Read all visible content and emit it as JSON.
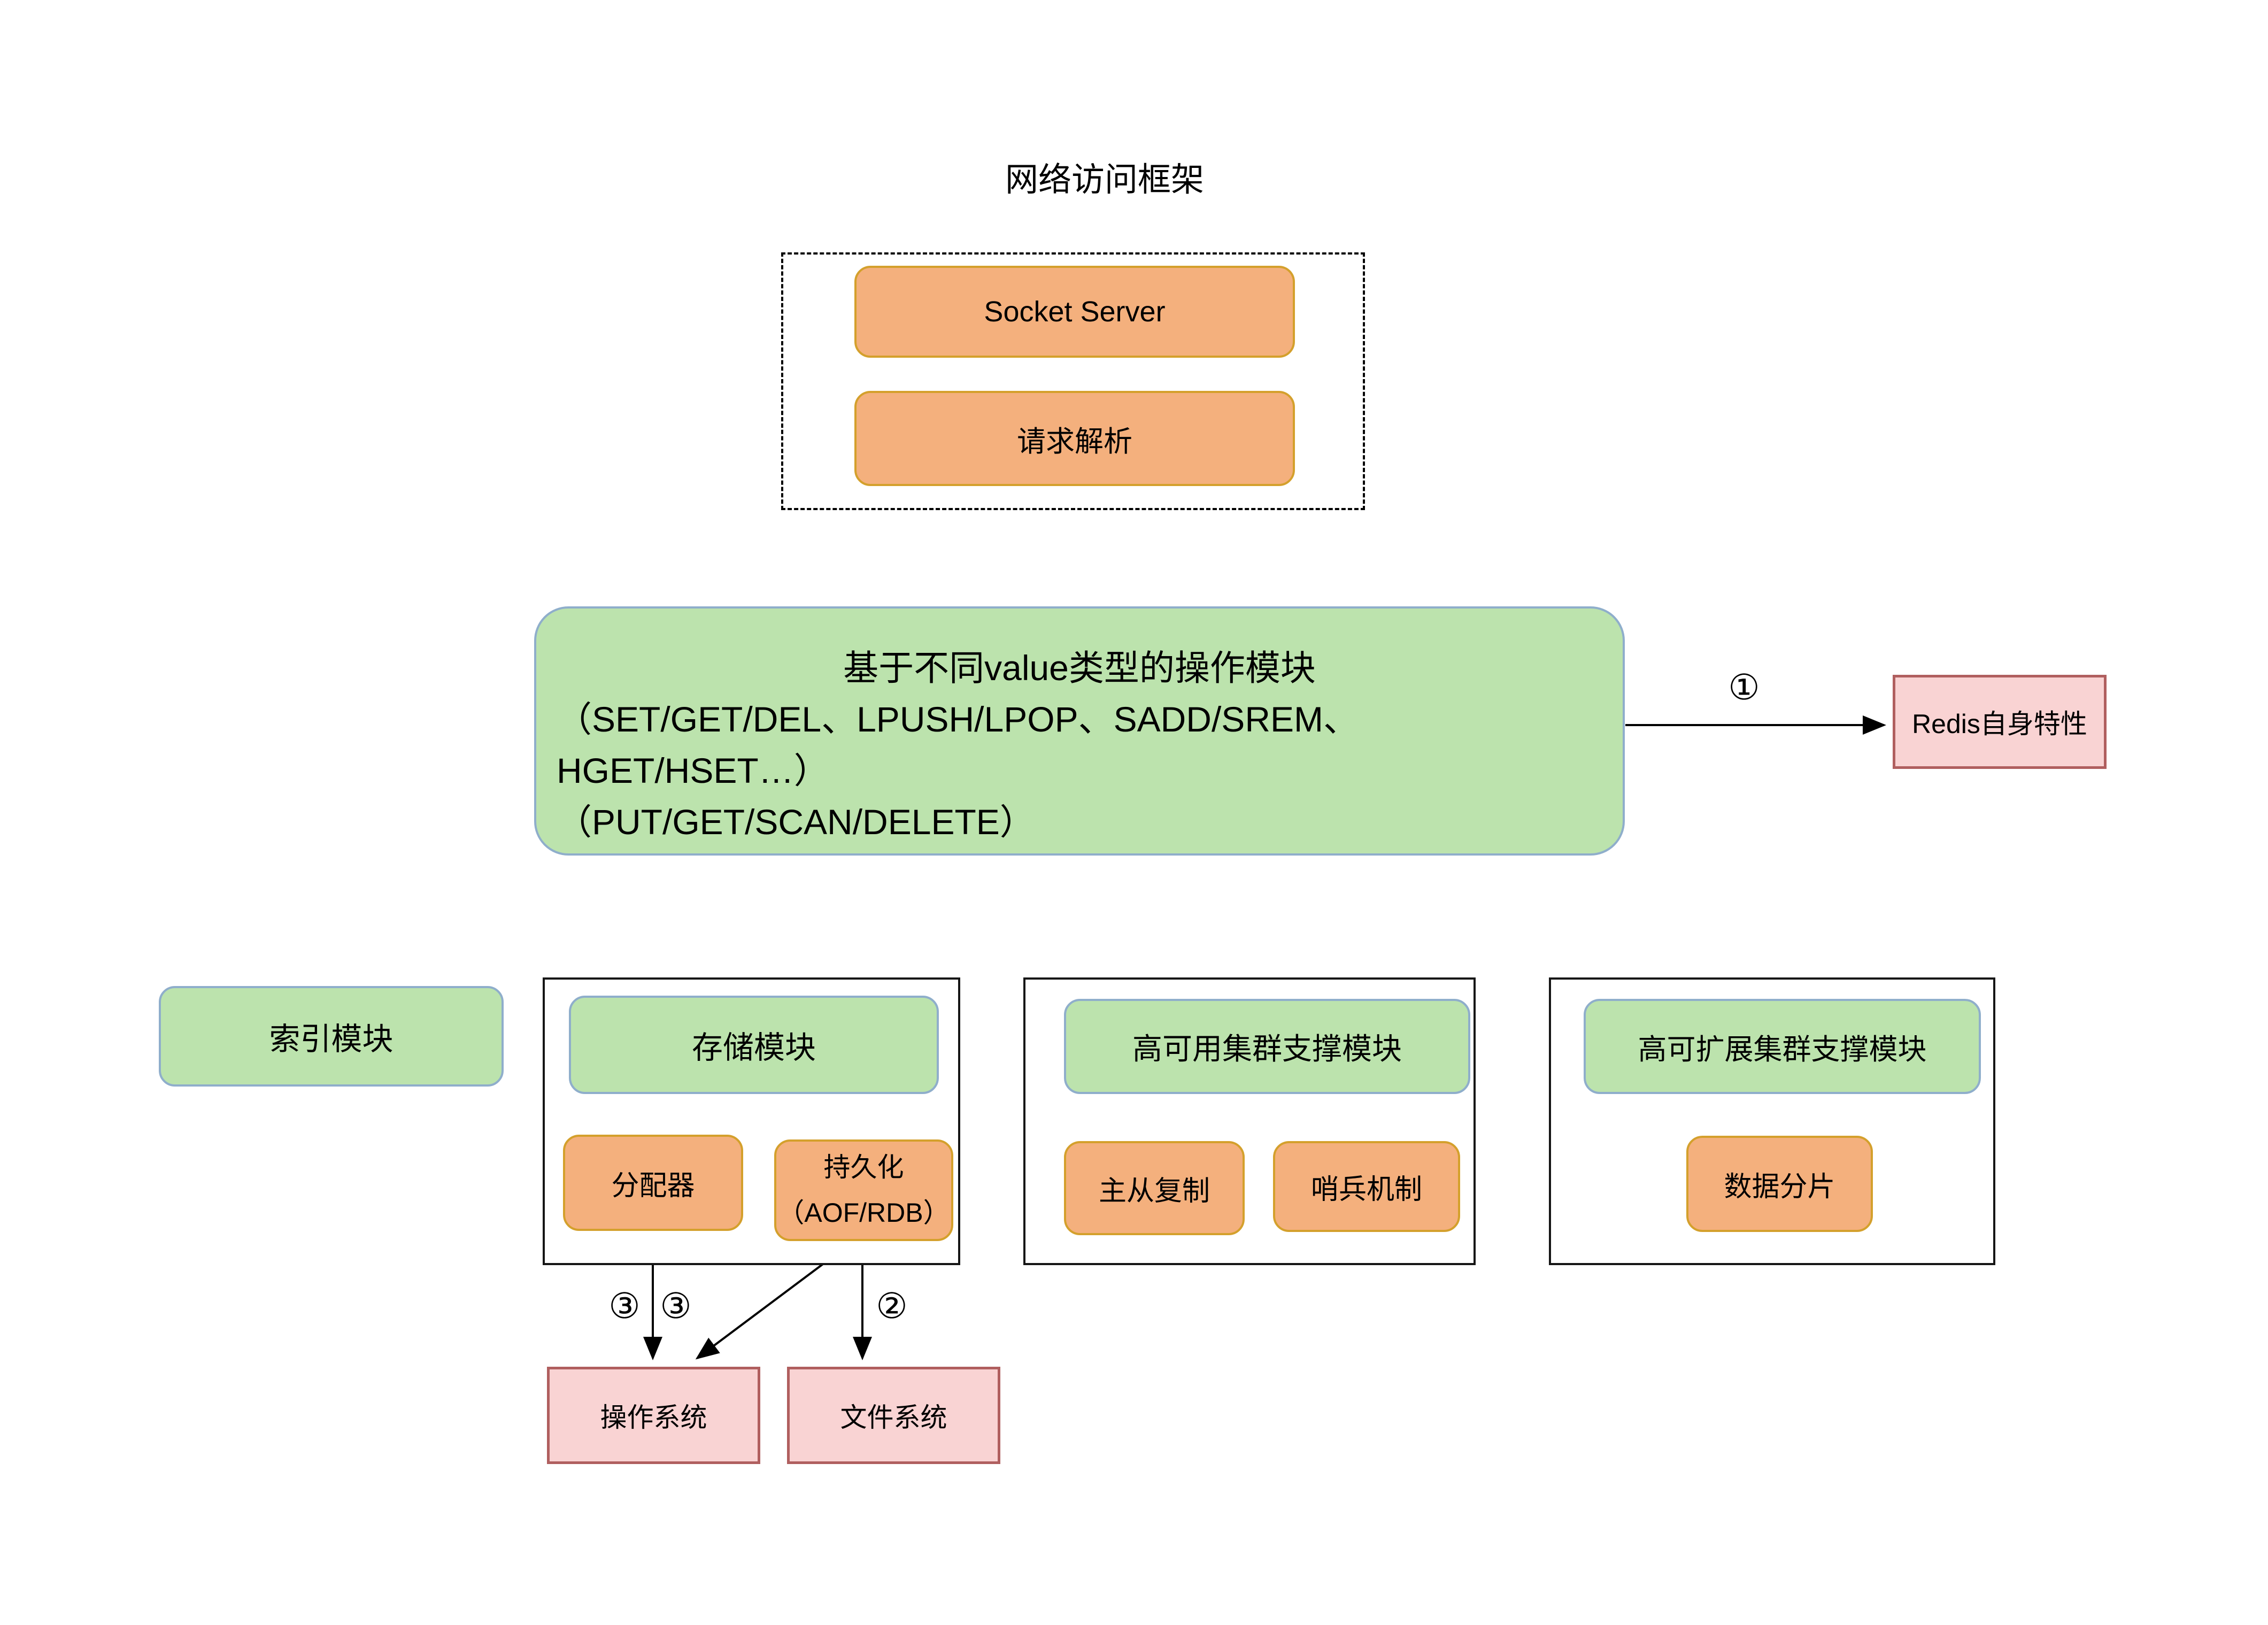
{
  "title": "网络访问框架",
  "network_frame": {
    "socket_server": "Socket Server",
    "request_parse": "请求解析"
  },
  "operation_module": {
    "line1": "基于不同value类型的操作模块",
    "line2": "（SET/GET/DEL、LPUSH/LPOP、SADD/SREM、HGET/HSET…）",
    "line3": "（PUT/GET/SCAN/DELETE）"
  },
  "redis_feature": {
    "label": "Redis自身特性"
  },
  "index_module": {
    "label": "索引模块"
  },
  "storage_module": {
    "title": "存储模块",
    "allocator": "分配器",
    "persistence_line1": "持久化",
    "persistence_line2": "（AOF/RDB）"
  },
  "ha_module": {
    "title": "高可用集群支撑模块",
    "items": [
      "主从复制",
      "哨兵机制"
    ]
  },
  "scalable_module": {
    "title": "高可扩展集群支撑模块",
    "item": "数据分片"
  },
  "os_module": {
    "label": "操作系统"
  },
  "fs_module": {
    "label": "文件系统"
  },
  "steps": {
    "one": "①",
    "two": "②",
    "three_a": "③",
    "three_b": "③"
  },
  "colors": {
    "orange_fill": "#F4B07D",
    "orange_border": "#D4A02C",
    "green_fill": "#BCE3AD",
    "green_border": "#8FAECB",
    "pink_fill": "#F9D3D3",
    "pink_border": "#B05F5F",
    "frame_border": "#161616",
    "line": "#000000"
  }
}
